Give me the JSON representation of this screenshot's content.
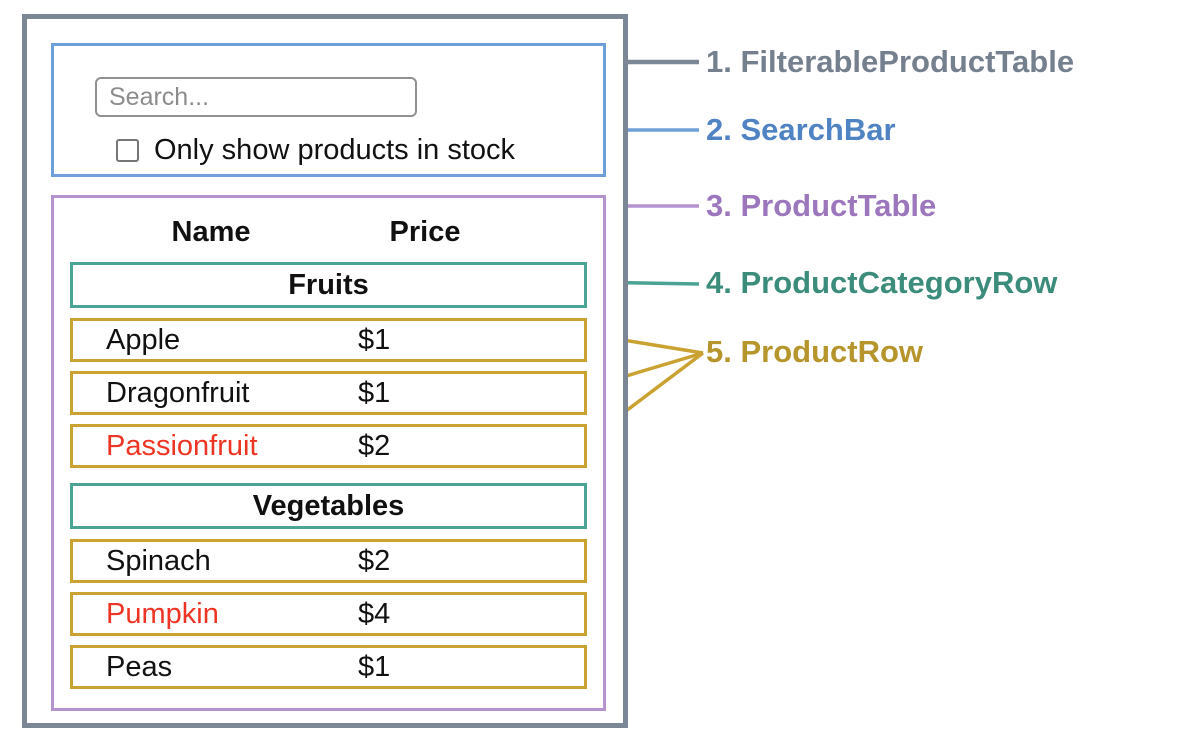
{
  "diagram_labels": [
    {
      "text": "1. FilterableProductTable",
      "color": "#75808f"
    },
    {
      "text": "2. SearchBar",
      "color": "#4f83c4"
    },
    {
      "text": "3. ProductTable",
      "color": "#9c77bd"
    },
    {
      "text": "4. ProductCategoryRow",
      "color": "#3c8c7c"
    },
    {
      "text": "5. ProductRow",
      "color": "#b5952c"
    }
  ],
  "search_bar": {
    "placeholder": "Search...",
    "checkbox_label": "Only show products in stock",
    "checkbox_checked": false
  },
  "product_table": {
    "columns": [
      "Name",
      "Price"
    ],
    "sections": [
      {
        "category": "Fruits",
        "rows": [
          {
            "name": "Apple",
            "price": "$1",
            "name_color": "#111111"
          },
          {
            "name": "Dragonfruit",
            "price": "$1",
            "name_color": "#111111"
          },
          {
            "name": "Passionfruit",
            "price": "$2",
            "name_color": "#ee3524"
          }
        ]
      },
      {
        "category": "Vegetables",
        "rows": [
          {
            "name": "Spinach",
            "price": "$2",
            "name_color": "#111111"
          },
          {
            "name": "Pumpkin",
            "price": "$4",
            "name_color": "#ee3524"
          },
          {
            "name": "Peas",
            "price": "$1",
            "name_color": "#111111"
          }
        ]
      }
    ]
  },
  "palette": {
    "filterable_product_table_border": "#7b8794",
    "search_bar_border": "#6f9fd8",
    "product_table_border": "#b493ce",
    "product_category_row_border": "#4ba393",
    "product_row_border": "#c9a232",
    "out_of_stock_text": "#ee3524"
  }
}
